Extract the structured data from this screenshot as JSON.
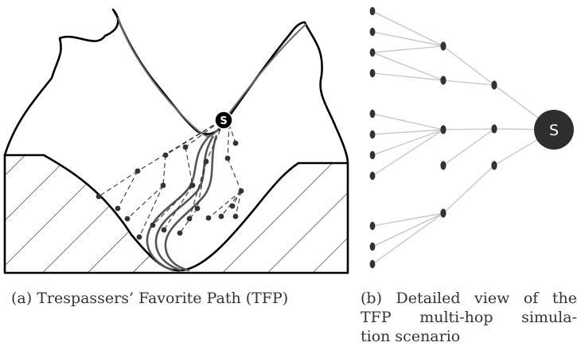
{
  "figure_a": {
    "sink_label": "S",
    "caption": "(a) Trespassers’ Favorite Path (TFP)"
  },
  "figure_b": {
    "sink_label": "S",
    "caption_lines": [
      [
        "(b)",
        "Detailed",
        "view",
        "of",
        "the"
      ],
      [
        "TFP",
        "multi-hop",
        "simula-"
      ],
      [
        "tion scenario"
      ]
    ]
  },
  "colors": {
    "outline": "#000000",
    "valley_line": "#6b6b6b",
    "node": "#333333",
    "edge": "#c4c4c4",
    "sink_fill": "#2e2e2e",
    "sink_text": "#ffffff"
  }
}
